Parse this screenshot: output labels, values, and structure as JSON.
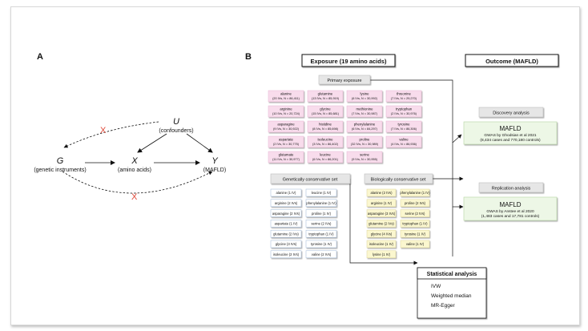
{
  "panel_a": {
    "label": "A",
    "U": "U",
    "U_sub": "(confounders)",
    "G": "G",
    "G_sub": "(genetic instruments)",
    "X": "X",
    "X_sub": "(amino acids)",
    "Y": "Y",
    "Y_sub": "(MAFLD)",
    "cross": "X"
  },
  "panel_b": {
    "label": "B",
    "exposure_header": "Exposure (19 amino acids)",
    "outcome_header": "Outcome (MAFLD)",
    "primary_exposure": "Primary exposure",
    "primary_items": [
      [
        "alanine",
        "(20 IVs, N = 86,411)"
      ],
      [
        "glutamine",
        "(13 IVs, N = 85,919)"
      ],
      [
        "lysine",
        "(6 IVs, N = 30,992)"
      ],
      [
        "threonine",
        "(7 IVs, N = 29,270)"
      ],
      [
        "arginine",
        "(10 IVs, N = 20,724)"
      ],
      [
        "glycine",
        "(15 IVs, N = 85,681)"
      ],
      [
        "methionine",
        "(7 IVs, N = 30,987)"
      ],
      [
        "tryptophan",
        "(2 IVs, N = 30,976)"
      ],
      [
        "asparagine",
        "(9 IVs, N = 30,922)"
      ],
      [
        "histidine",
        "(8 IVs, N = 85,698)"
      ],
      [
        "phenylalanine",
        "(6 IVs, N = 84,297)"
      ],
      [
        "tyrosine",
        "(7 IVs, N = 86,306)"
      ],
      [
        "aspartate",
        "(2 IVs, N = 30,775)"
      ],
      [
        "isoleucine",
        "(3 IVs, N = 86,402)"
      ],
      [
        "proline",
        "(32 IVs, N = 30,989)"
      ],
      [
        "valine",
        "(4 IVs, N = 86,936)"
      ],
      [
        "glutamate",
        "(11 IVs, N = 30,977)"
      ],
      [
        "leucine",
        "(6 IVs, N = 86,201)"
      ],
      [
        "serine",
        "(9 IVs, N = 30,955)"
      ]
    ],
    "genetic_set": "Genetically conservative set",
    "genetic_items": [
      "alanine (1 IV)",
      "leucine (1 IV)",
      "arginine (2 IVs)",
      "phenylalanine (1 IV)",
      "asparagine (2 IVs)",
      "proline (1 IV)",
      "aspartate (1 IV)",
      "serine (2 IVs)",
      "glutamine (2 IVs)",
      "tryptophan (1 IV)",
      "glycine (3 IVs)",
      "tyrosine (1 IV)",
      "isoleucine (2 IVs)",
      "valine (2 IVs)"
    ],
    "bio_set": "Biologically conservative set",
    "bio_items": [
      "alanine (2 IVs)",
      "phenylalanine (1 IV)",
      "arginine (1 IV)",
      "proline (2 IVs)",
      "asparagine (3 IVs)",
      "serine (2 IVs)",
      "glutamine (2 IVs)",
      "tryptophan (1 IV)",
      "glycine (4 IVs)",
      "tyrosine (1 IV)",
      "isoleucine (1 IV)",
      "valine (1 IV)",
      "lysine (1 IV)"
    ],
    "discovery_analysis": "Discovery analysis",
    "discovery": {
      "title": "MAFLD",
      "line1": "GWAS by Ghodsian et al 2021",
      "line2": "(8,434 cases and 770,180 controls)"
    },
    "replication_analysis": "Replication analysis",
    "replication": {
      "title": "MAFLD",
      "line1": "GWAS by Anstee et al 2020",
      "line2": "(1,483 cases and 17,781 controls)"
    },
    "stat_header": "Statistical analysis",
    "stat_items": [
      "IVW",
      "Weighted median",
      "MR-Egger"
    ]
  },
  "colors": {
    "pink_fill": "#f8dcec",
    "pink_stroke": "#e7b6d1",
    "blue_fill": "#ffffff",
    "blue_stroke": "#9fb8d8",
    "yellow_fill": "#fbf7cf",
    "yellow_stroke": "#ddd69a",
    "green_fill": "#edf7e6",
    "green_stroke": "#b6d6a3",
    "gray_fill": "#e6e6e6",
    "gray_stroke": "#bdbdbd",
    "cross": "#e04a3a"
  }
}
